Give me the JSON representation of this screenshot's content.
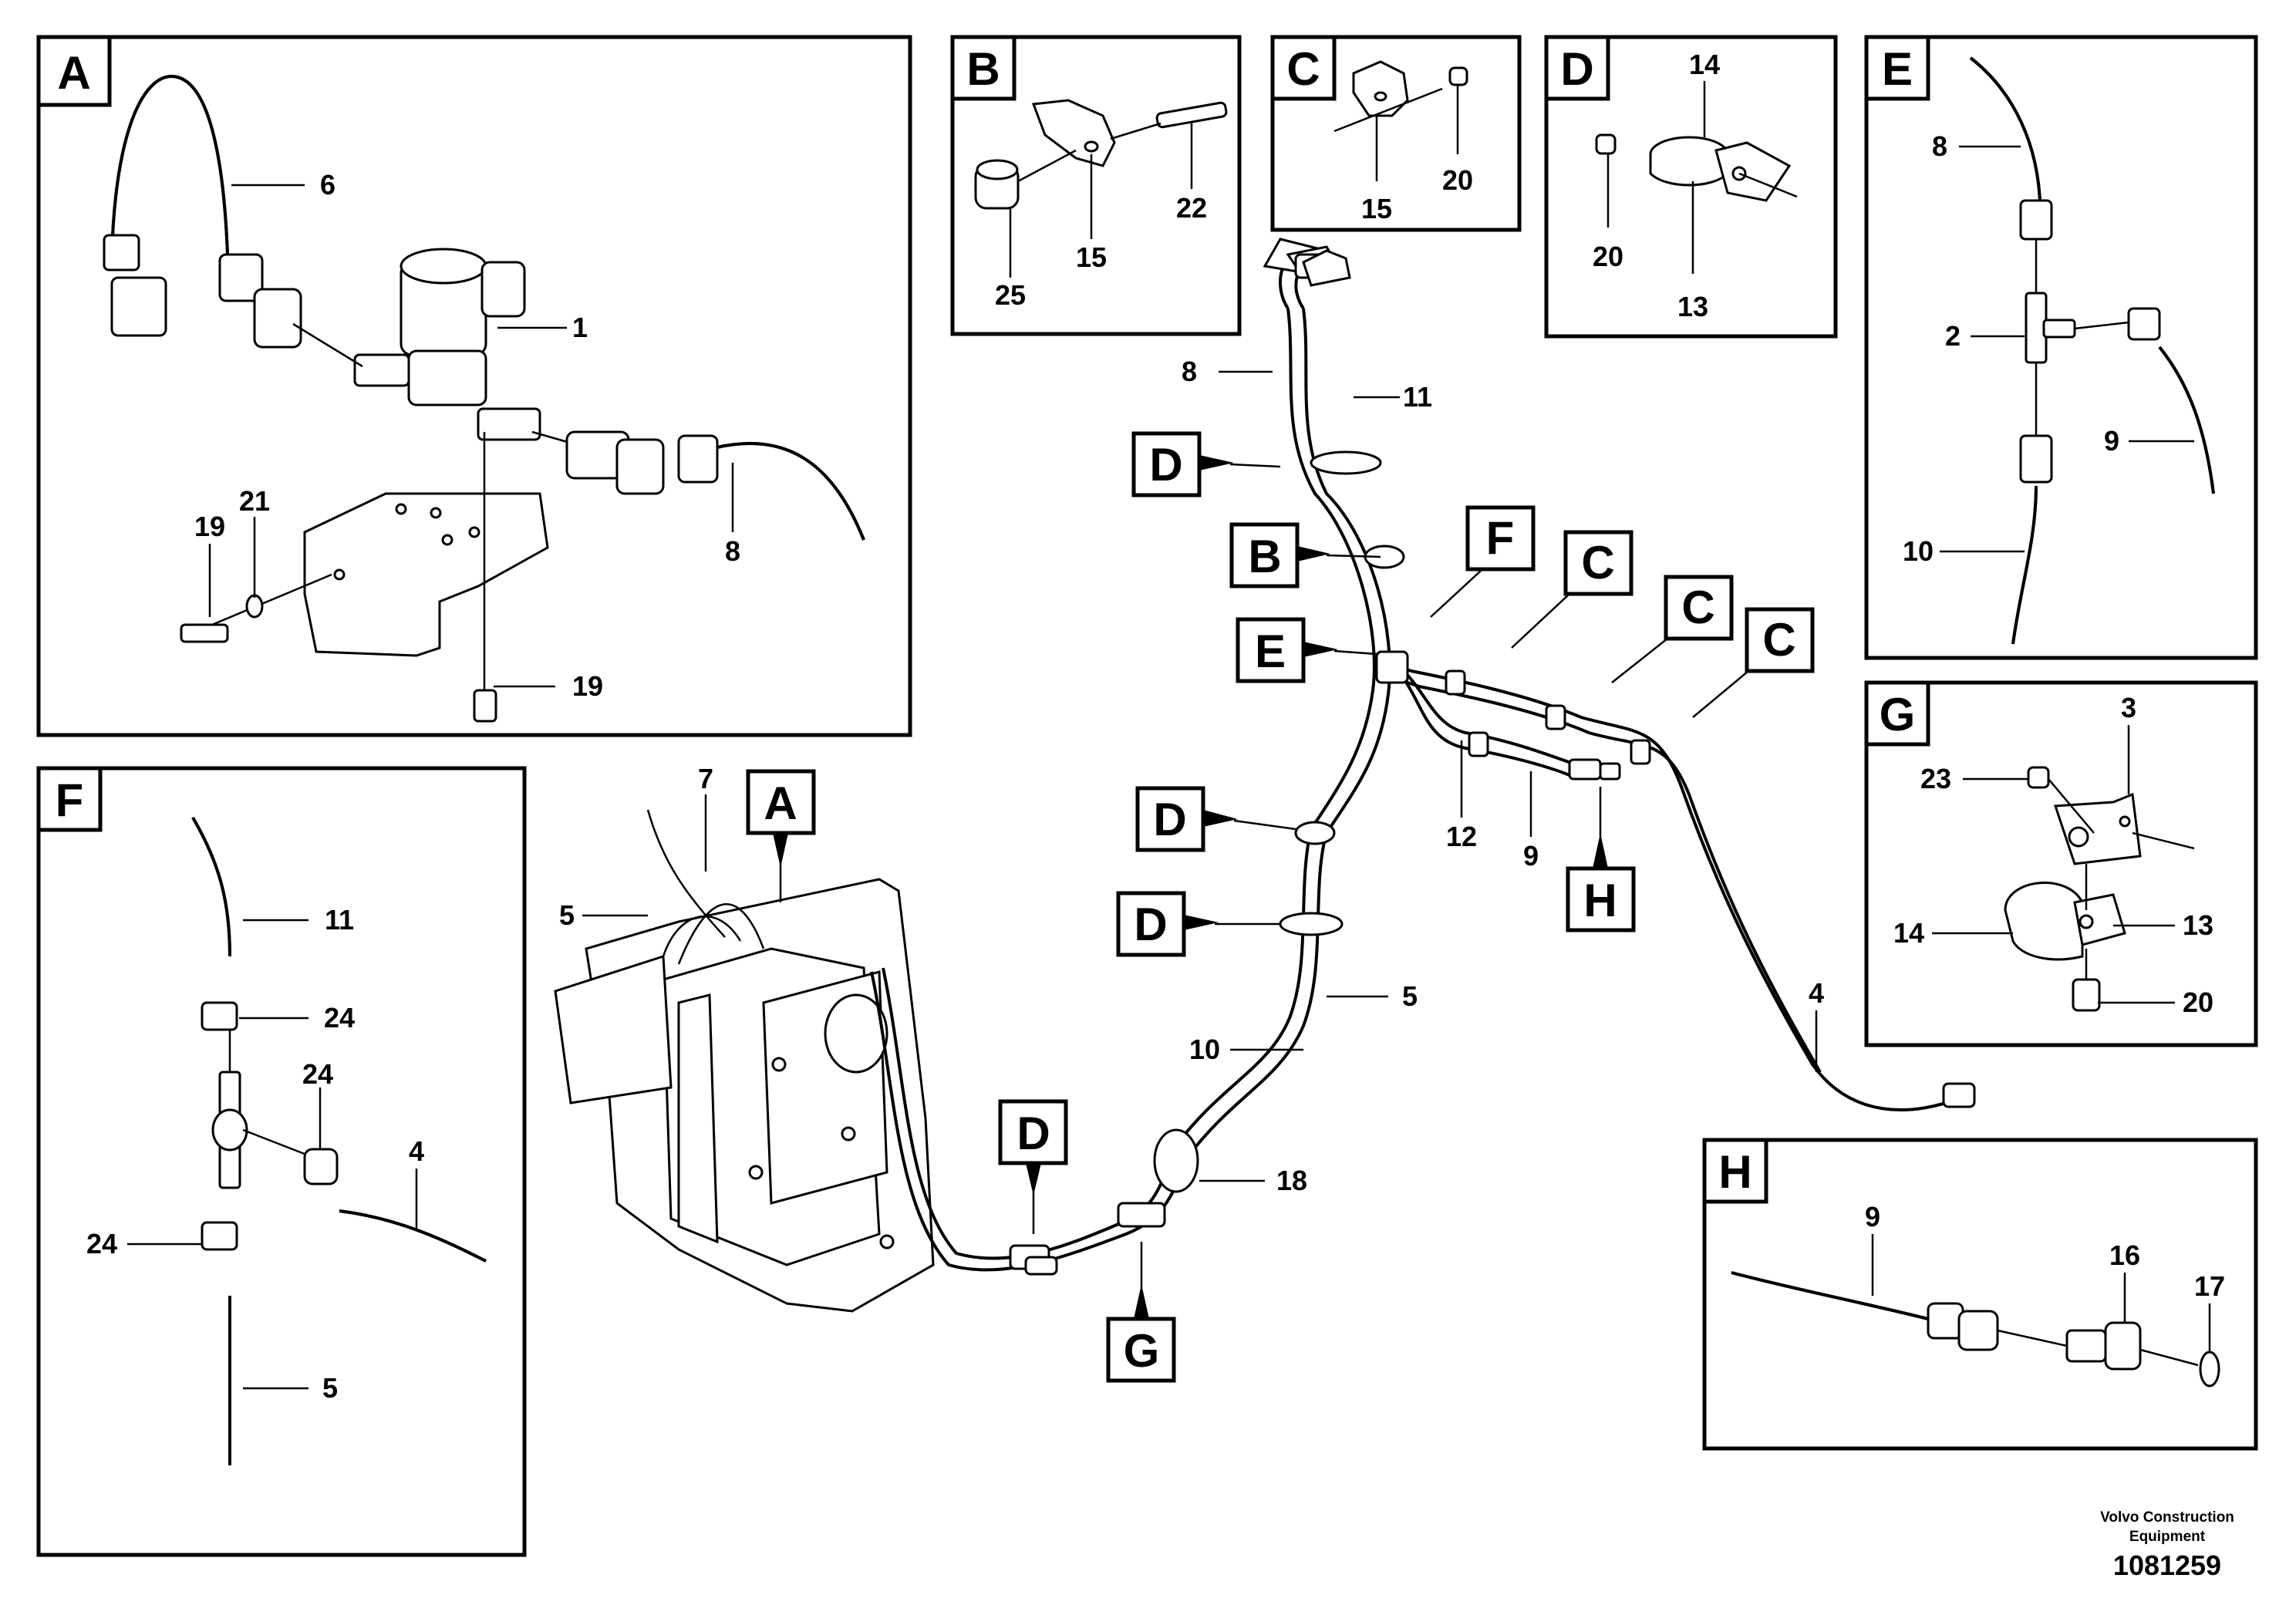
{
  "panels": {
    "A": {
      "letter": "A",
      "callouts": {
        "p6": "6",
        "p1": "1",
        "p8": "8",
        "p19a": "19",
        "p21": "21",
        "p19b": "19"
      }
    },
    "B": {
      "letter": "B",
      "callouts": {
        "p22": "22",
        "p15": "15",
        "p25": "25"
      }
    },
    "C": {
      "letter": "C",
      "callouts": {
        "p15": "15",
        "p20": "20"
      }
    },
    "D": {
      "letter": "D",
      "callouts": {
        "p14": "14",
        "p20": "20",
        "p13": "13"
      }
    },
    "E": {
      "letter": "E",
      "callouts": {
        "p8": "8",
        "p2": "2",
        "p9": "9",
        "p10": "10"
      }
    },
    "F": {
      "letter": "F",
      "callouts": {
        "p11": "11",
        "p24a": "24",
        "p24b": "24",
        "p4": "4",
        "p24c": "24",
        "p5": "5"
      }
    },
    "G": {
      "letter": "G",
      "callouts": {
        "p3": "3",
        "p23": "23",
        "p14": "14",
        "p13": "13",
        "p20": "20"
      }
    },
    "H": {
      "letter": "H",
      "callouts": {
        "p9": "9",
        "p16": "16",
        "p17": "17"
      }
    }
  },
  "main": {
    "refs": {
      "d1": "D",
      "b": "B",
      "f": "F",
      "c1": "C",
      "c2": "C",
      "c3": "C",
      "e": "E",
      "d2": "D",
      "d3": "D",
      "h": "H",
      "a": "A",
      "d4": "D",
      "g": "G"
    },
    "callouts": {
      "p8": "8",
      "p11": "11",
      "p12": "12",
      "p9": "9",
      "p4": "4",
      "p7": "7",
      "p5a": "5",
      "p5b": "5",
      "p10": "10",
      "p18": "18"
    }
  },
  "footer": {
    "maker_line1": "Volvo Construction",
    "maker_line2": "Equipment",
    "drawing_number": "1081259"
  }
}
